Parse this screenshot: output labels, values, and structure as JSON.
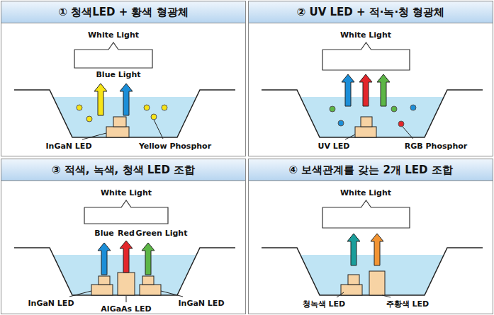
{
  "diagram": {
    "nodes": [
      {
        "text": [
          "① 청색LED + 황색 형광체"
        ]
      },
      {
        "text": [
          "White Light"
        ],
        "in": 0
      },
      {
        "text": [
          "② UV LED + 적·녹·청 형광체"
        ]
      },
      {
        "text": [
          "White Light"
        ],
        "in": 2
      },
      {
        "text": [
          "③ 적색, 녹색, 청색 LED 조합"
        ]
      },
      {
        "text": [
          "White Light"
        ],
        "in": 4
      },
      {
        "text": [
          "④ 보색관계를 갖는 2개 LED 조합"
        ]
      },
      {
        "text": [
          "White Light"
        ],
        "in": 6
      }
    ],
    "labels": [
      "Blue Light",
      "InGaN LED",
      "Yellow Phosphor",
      "UV LED",
      "RGB Phosphor",
      "Blue",
      "Red",
      "Green Light",
      "InGaN LED",
      "AlGaAs LED",
      "InGaN LED",
      "청녹색 LED",
      "주황색 LED"
    ]
  }
}
